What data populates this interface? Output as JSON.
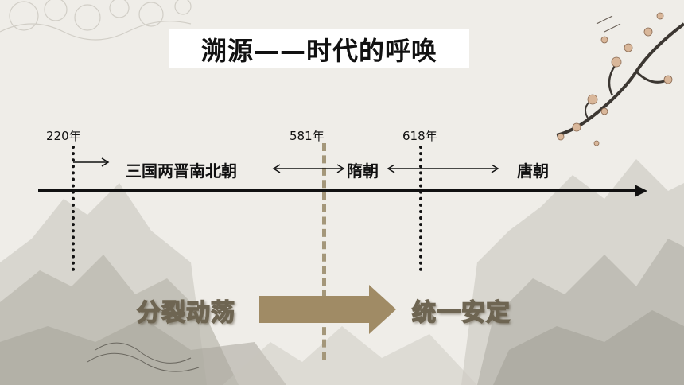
{
  "slide": {
    "title": "溯源——时代的呼唤",
    "years": {
      "y220": "220年",
      "y581": "581年",
      "y618": "618年"
    },
    "periods": {
      "three_kingdoms": "三国两晋南北朝",
      "sui": "隋朝",
      "tang": "唐朝"
    },
    "transition": {
      "from": "分裂动荡",
      "to": "统一安定"
    }
  },
  "colors": {
    "background": "#efede8",
    "accent_arrow": "#a08b65",
    "dashed_line": "#a4977a",
    "timeline": "#111111"
  },
  "icons": [
    "plum-blossom-branch-icon",
    "ink-mountain-icon"
  ]
}
